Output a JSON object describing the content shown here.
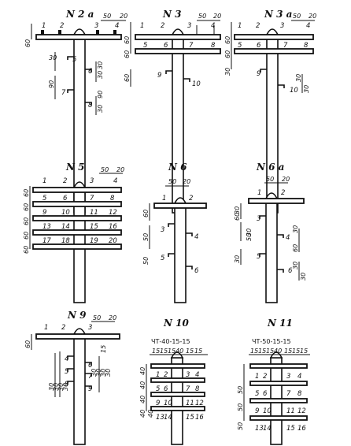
{
  "diagrams": [
    {
      "id": "n2a",
      "title": "N 2 a",
      "subtitle": "",
      "wires": [
        "1",
        "2",
        "3",
        "4",
        "5",
        "6",
        "7",
        "8"
      ],
      "dims": [
        "50",
        "20",
        "60",
        "30",
        "30",
        "90",
        "30",
        "90",
        "30"
      ]
    },
    {
      "id": "n3",
      "title": "N 3",
      "subtitle": "",
      "wires": [
        "1",
        "2",
        "3",
        "4",
        "5",
        "6",
        "7",
        "8",
        "9",
        "10"
      ],
      "dims": [
        "50",
        "20",
        "60",
        "60",
        "60"
      ]
    },
    {
      "id": "n3a",
      "title": "N 3 a",
      "subtitle": "",
      "wires": [
        "1",
        "2",
        "3",
        "4",
        "5",
        "6",
        "7",
        "8",
        "9",
        "10"
      ],
      "dims": [
        "50",
        "20",
        "60",
        "60",
        "30",
        "30",
        "30"
      ]
    },
    {
      "id": "n5",
      "title": "N 5",
      "subtitle": "",
      "wires": [
        "1",
        "2",
        "3",
        "4",
        "5",
        "6",
        "7",
        "8",
        "9",
        "10",
        "11",
        "12",
        "13",
        "14",
        "15",
        "16",
        "17",
        "18",
        "19",
        "20"
      ],
      "dims": [
        "50",
        "20",
        "60",
        "60",
        "60",
        "60",
        "60"
      ]
    },
    {
      "id": "n6",
      "title": "N 6",
      "subtitle": "",
      "wires": [
        "1",
        "2",
        "3",
        "4",
        "5",
        "6"
      ],
      "dims": [
        "50",
        "20",
        "60",
        "50",
        "50"
      ]
    },
    {
      "id": "n6a",
      "title": "N 6 a",
      "subtitle": "",
      "wires": [
        "1",
        "2",
        "3",
        "4",
        "5",
        "6"
      ],
      "dims": [
        "50",
        "20",
        "30",
        "60",
        "30",
        "50",
        "30",
        "30",
        "60",
        "30",
        "30"
      ]
    },
    {
      "id": "n9",
      "title": "N 9",
      "subtitle": "",
      "wires": [
        "1",
        "2",
        "3",
        "4",
        "5",
        "6",
        "7",
        "8",
        "9"
      ],
      "dims": [
        "50",
        "20",
        "60",
        "15",
        "30",
        "30",
        "30",
        "30",
        "30",
        "30",
        "30",
        "30"
      ]
    },
    {
      "id": "n10",
      "title": "N 10",
      "subtitle": "ЧТ-40-15-15",
      "wires": [
        "1",
        "2",
        "3",
        "4",
        "5",
        "6",
        "7",
        "8",
        "9",
        "10",
        "11",
        "12",
        "13",
        "14",
        "15",
        "16"
      ],
      "dims": [
        "15",
        "15",
        "15",
        "40",
        "15",
        "15",
        "40",
        "40",
        "40",
        "40",
        "40"
      ]
    },
    {
      "id": "n11",
      "title": "N 11",
      "subtitle": "ЧТ-50-15-15",
      "wires": [
        "1",
        "2",
        "3",
        "4",
        "5",
        "6",
        "7",
        "8",
        "9",
        "10",
        "11",
        "12",
        "13",
        "14",
        "15",
        "16"
      ],
      "dims": [
        "15",
        "15",
        "15",
        "40",
        "15",
        "15",
        "15",
        "50",
        "50",
        "50"
      ]
    }
  ]
}
